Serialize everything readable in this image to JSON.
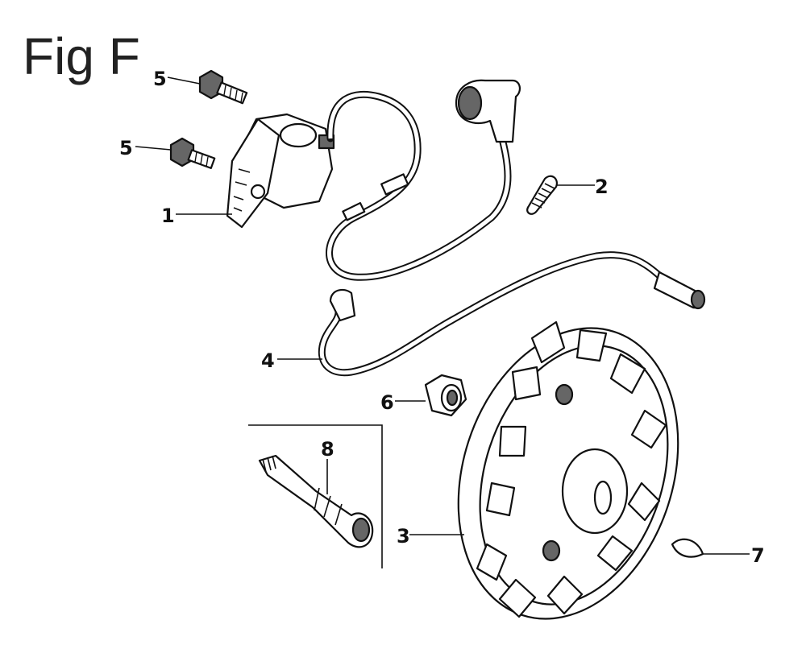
{
  "figure": {
    "title": "Fig F"
  },
  "callouts": [
    {
      "id": "c5a",
      "label": "5"
    },
    {
      "id": "c5b",
      "label": "5"
    },
    {
      "id": "c2",
      "label": "2"
    },
    {
      "id": "c1",
      "label": "1"
    },
    {
      "id": "c4",
      "label": "4"
    },
    {
      "id": "c6",
      "label": "6"
    },
    {
      "id": "c8",
      "label": "8"
    },
    {
      "id": "c3",
      "label": "3"
    },
    {
      "id": "c7",
      "label": "7"
    }
  ]
}
